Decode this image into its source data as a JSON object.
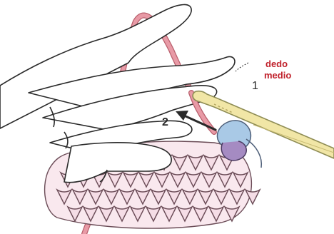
{
  "labels": {
    "finger": "dedo\nmedio",
    "finger_line1": "dedo",
    "finger_line2": "medio",
    "step1": "1",
    "step2": "2"
  },
  "colors": {
    "yarn": "#e89aa6",
    "yarn_outline": "#b9606d",
    "hook": "#f1e6a6",
    "hook_outline": "#8f8d55",
    "stitches_fill": "#f5dde6",
    "stitches_outline": "#6b4c57",
    "loop_blue": "#a9c9e6",
    "loop_purple": "#a58bc2",
    "label_red": "#c0212b",
    "ink": "#2a2a2a",
    "skin": "#ffffff"
  },
  "icons": {
    "arrow": "arrow-left-up-icon"
  }
}
